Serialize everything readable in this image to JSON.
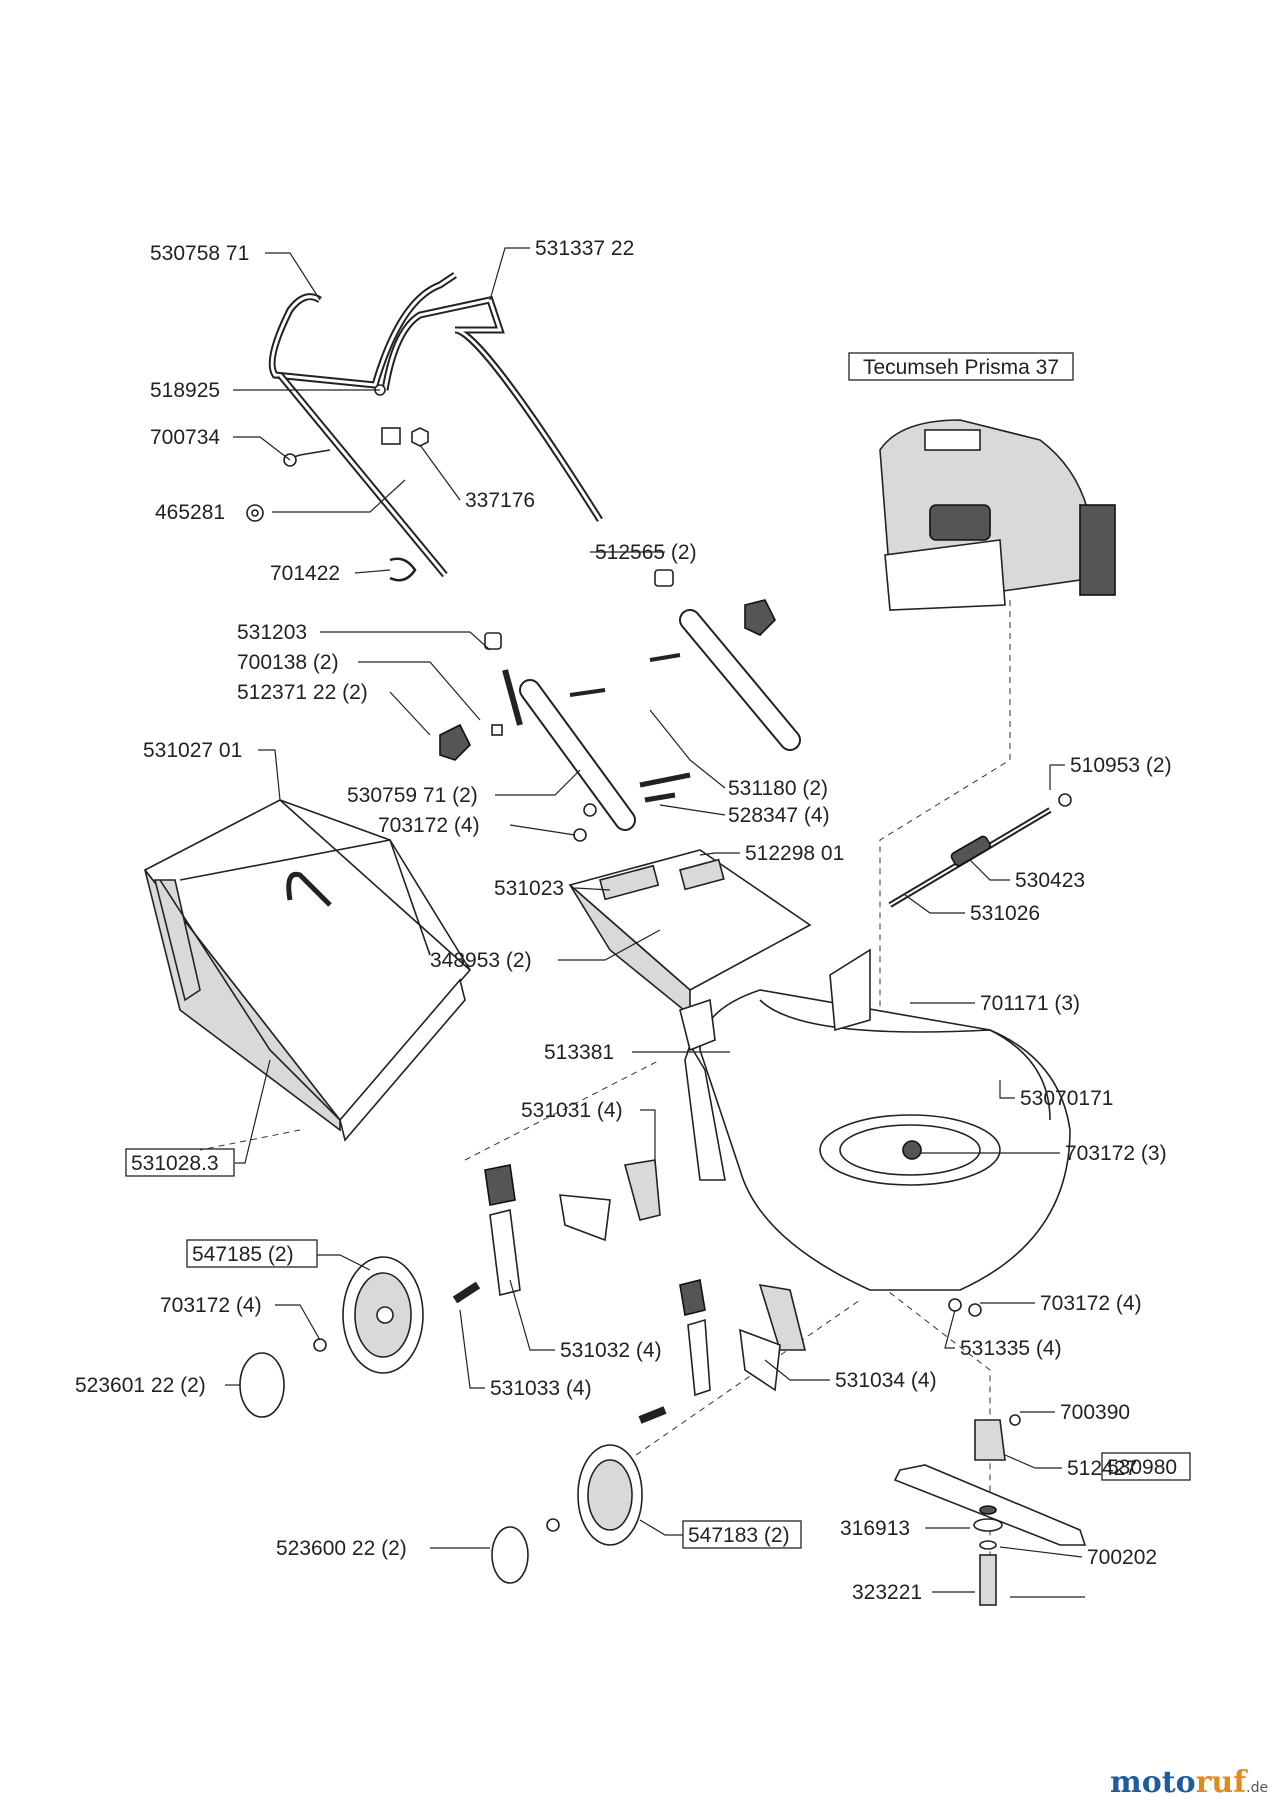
{
  "engine_label": "Tecumseh Prisma 37",
  "labels": {
    "l530758": "530758 71",
    "l531337": "531337 22",
    "l518925": "518925",
    "l700734": "700734",
    "l337176": "337176",
    "l465281": "465281",
    "l701422": "701422",
    "l512565": "512565 (2)",
    "l531203": "531203",
    "l700138": "700138 (2)",
    "l512371": "512371 22 (2)",
    "l531027": "531027 01",
    "l530759": "530759 71 (2)",
    "l703172a": "703172 (4)",
    "l531180": "531180 (2)",
    "l528347": "528347 (4)",
    "l510953": "510953 (2)",
    "l512298": "512298 01",
    "l531023": "531023",
    "l530423": "530423",
    "l531026": "531026",
    "l348953": "348953 (2)",
    "l701171": "701171 (3)",
    "l513381": "513381",
    "l53070171": "53070171",
    "l531031": "531031 (4)",
    "l703172b": "703172 (3)",
    "l531028": "531028.3",
    "l547185": "547185 (2)",
    "l703172c": "703172 (4)",
    "l703172d": "703172 (4)",
    "l531032": "531032 (4)",
    "l531335": "531335 (4)",
    "l523601": "523601 22 (2)",
    "l531033": "531033 (4)",
    "l531034": "531034 (4)",
    "l700390": "700390",
    "l512427": "512427",
    "l316913": "316913",
    "l530980": "530980",
    "l523600": "523600 22 (2)",
    "l547183": "547183 (2)",
    "l700202": "700202",
    "l323221": "323221"
  },
  "watermark": {
    "part1": "moto",
    "part2": "ruf",
    "suffix": ".de"
  }
}
